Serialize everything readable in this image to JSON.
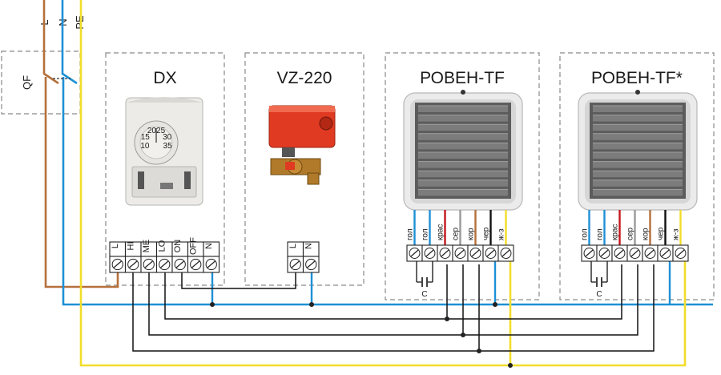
{
  "bus_labels": {
    "l": "L",
    "n": "N",
    "pe": "PE"
  },
  "breaker_label": "QF",
  "devices": {
    "dx": {
      "title": "DX",
      "terminals": [
        "L",
        "HI",
        "ME",
        "LO",
        "ON",
        "OFF",
        "N"
      ],
      "dial_marks": [
        "10",
        "15",
        "20",
        "25",
        "30",
        "35"
      ]
    },
    "vz": {
      "title": "VZ-220",
      "terminals": [
        "L",
        "N"
      ]
    },
    "roven1": {
      "title": "РОВЕН-TF",
      "wires": [
        "гол",
        "гол",
        "крас",
        "сер",
        "кор",
        "чер",
        "ж-з"
      ],
      "cap_label": "C"
    },
    "roven2": {
      "title": "РОВЕН-TF*",
      "wires": [
        "гол",
        "гол",
        "крас",
        "сер",
        "кор",
        "чер",
        "ж-з"
      ],
      "cap_label": "C"
    }
  },
  "colors": {
    "phase": "#b5703a",
    "neutral": "#1e90d6",
    "ground": "#f2dd2a",
    "control": "#111111",
    "red_wire": "#c4161c",
    "gray_wire": "#9a9a9a",
    "brown_wire": "#b5703a",
    "valve_red": "#e03a22",
    "valve_brass": "#b07a2a"
  }
}
